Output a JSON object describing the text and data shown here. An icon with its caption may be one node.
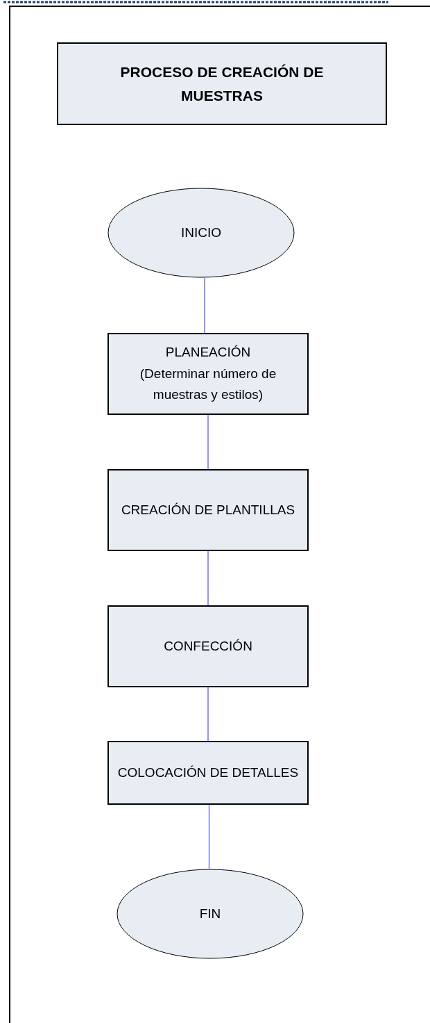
{
  "diagram": {
    "title": "PROCESO DE CREACIÓN DE MUESTRAS",
    "nodes": [
      {
        "text": [
          "INICIO"
        ]
      },
      {
        "text": [
          "PLANEACIÓN",
          "(Determinar número de muestras y estilos)"
        ]
      },
      {
        "text": [
          "CREACIÓN DE PLANTILLAS"
        ]
      },
      {
        "text": [
          "CONFECCIÓN"
        ]
      },
      {
        "text": [
          "COLOCACIÓN DE DETALLES"
        ]
      },
      {
        "text": [
          "FIN"
        ]
      }
    ],
    "edges": [
      {
        "from": 0,
        "to": 1,
        "arrow": "none"
      },
      {
        "from": 1,
        "to": 2,
        "arrow": "none"
      },
      {
        "from": 2,
        "to": 3,
        "arrow": "none"
      },
      {
        "from": 3,
        "to": 4,
        "arrow": "none"
      },
      {
        "from": 4,
        "to": 5,
        "arrow": "none"
      }
    ]
  }
}
